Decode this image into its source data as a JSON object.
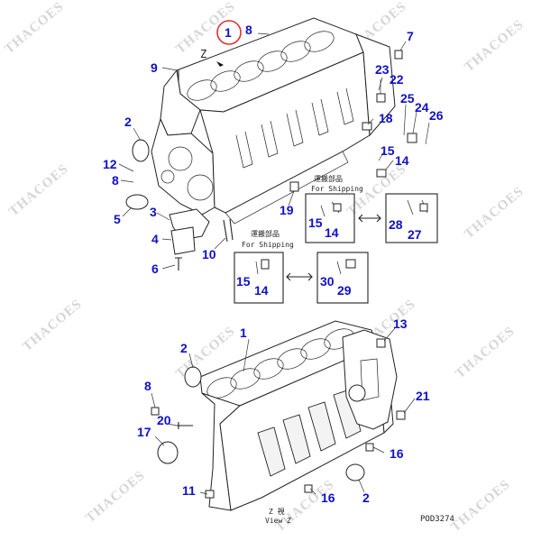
{
  "watermark": "THACOES",
  "figure_code": "POD3274",
  "view_label_kanji": "Z 視",
  "view_label": "View Z",
  "arrow_letter": "Z",
  "shipping_kanji": "運搬部品",
  "shipping_label": "For Shipping",
  "colors": {
    "callout": "#1010c8",
    "highlight_circle": "#e03030",
    "line": "#222222"
  },
  "callouts_top": [
    "1",
    "8",
    "7",
    "9",
    "23",
    "22",
    "2",
    "18",
    "25",
    "24",
    "26",
    "12",
    "8",
    "15",
    "14",
    "5",
    "3",
    "19",
    "4",
    "10",
    "6",
    "15",
    "14",
    "28",
    "27",
    "15",
    "14",
    "30",
    "29"
  ],
  "callouts_bottom": [
    "1",
    "13",
    "2",
    "8",
    "20",
    "17",
    "21",
    "16",
    "11",
    "16",
    "2"
  ]
}
